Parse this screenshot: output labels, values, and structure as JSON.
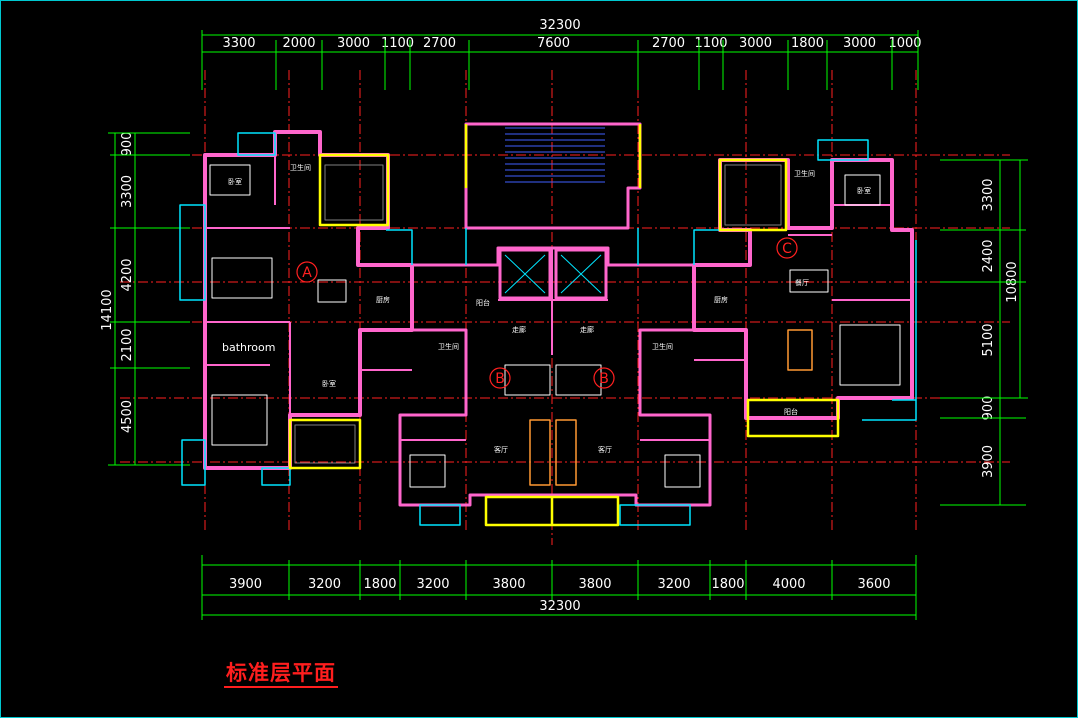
{
  "drawing": {
    "title": "标准层平面",
    "colors": {
      "background": "#000000",
      "dim": "#00ff00",
      "wall": "#ff66cc",
      "window": "#00e5ff",
      "axis": "#ff2020",
      "balcony": "#ffff00",
      "text": "#ffffff"
    }
  },
  "dims": {
    "top_total": "32300",
    "top": [
      "3300",
      "2000",
      "3000",
      "1100",
      "2700",
      "7600",
      "2700",
      "1100",
      "3000",
      "1800",
      "3000",
      "1000"
    ],
    "bottom": [
      "3900",
      "3200",
      "1800",
      "3200",
      "3800",
      "3800",
      "3200",
      "1800",
      "4000",
      "3600"
    ],
    "bottom_total": "32300",
    "left": [
      "900",
      "3300",
      "4200",
      "2100",
      "4500"
    ],
    "left_total": "14100",
    "right": [
      "3300",
      "2400",
      "5100",
      "900",
      "3900"
    ],
    "right_total": "10800"
  },
  "units": {
    "a": "A",
    "b1": "B",
    "b2": "B",
    "c": "C"
  },
  "rooms": {
    "bathroom": "bathroom",
    "toilet1": "卫生间",
    "toilet2": "卫生间",
    "toilet3": "卫生间",
    "toilet4": "卫生间",
    "kitchen1": "厨房",
    "kitchen2": "厨房",
    "living1": "客厅",
    "living2": "客厅",
    "dining": "餐厅",
    "bedroom1": "卧室",
    "bedroom2": "卧室",
    "bedroom3": "卧室",
    "balcony1": "阳台",
    "balcony2": "阳台",
    "corridor1": "走廊",
    "corridor2": "走廊"
  }
}
